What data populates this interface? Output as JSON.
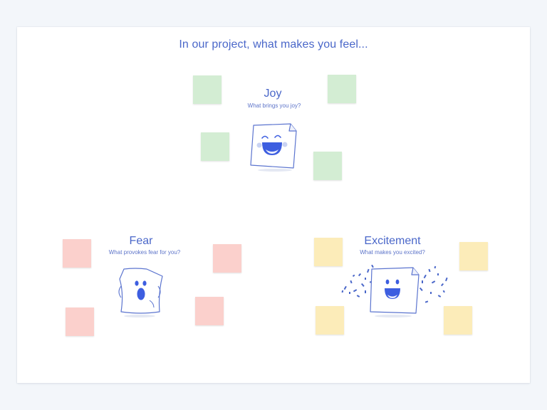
{
  "board": {
    "title": "In our project, what makes you feel..."
  },
  "sections": {
    "joy": {
      "title": "Joy",
      "subtitle": "What brings you joy?"
    },
    "fear": {
      "title": "Fear",
      "subtitle": "What provokes fear for you?"
    },
    "excitement": {
      "title": "Excitement",
      "subtitle": "What makes you excited?"
    }
  },
  "colors": {
    "accent": "#4a67c9",
    "face_blue": "#3d5ee0",
    "joy_note": "#d3edd3",
    "fear_note": "#fbd0cc",
    "excitement_note": "#fcecb9",
    "background": "#f3f6fa"
  },
  "icons": {
    "joy": "laughing-sticky-note-icon",
    "fear": "scared-sticky-note-icon",
    "excitement": "excited-sticky-note-confetti-icon"
  }
}
